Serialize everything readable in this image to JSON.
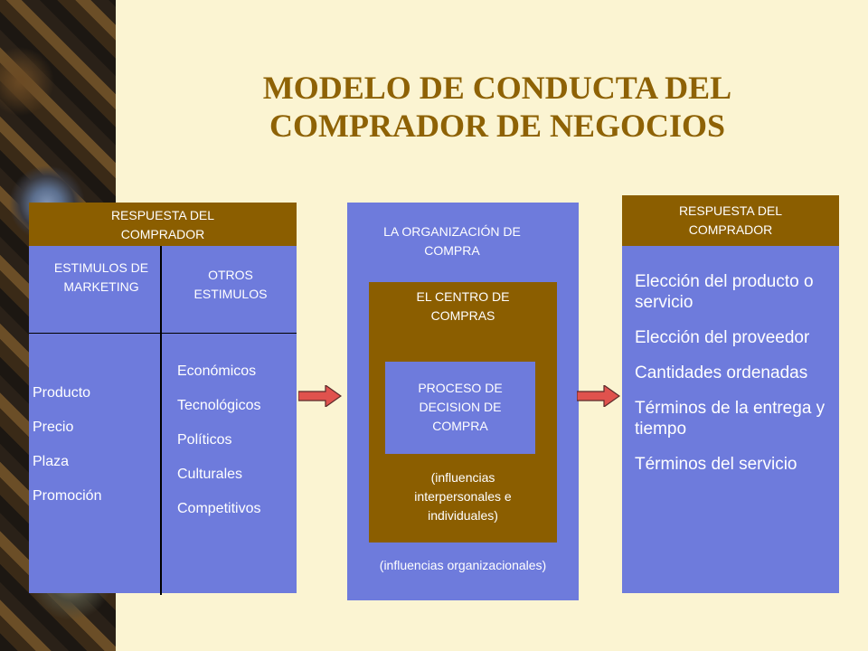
{
  "title_lines": [
    "MODELO DE CONDUCTA DEL",
    "COMPRADOR DE NEGOCIOS"
  ],
  "colors": {
    "title": "#8e6205",
    "panel_blue": "#6e7bdc",
    "panel_brown": "#8b5e00",
    "arrow": "#e0524d",
    "background": "#fbf4d2"
  },
  "left_panel": {
    "header": [
      "RESPUESTA DEL",
      "COMPRADOR"
    ],
    "marketing_header": [
      "ESTIMULOS DE",
      "MARKETING"
    ],
    "other_header": [
      "OTROS",
      "ESTIMULOS"
    ],
    "marketing_items": [
      "Producto",
      "Precio",
      "Plaza",
      "Promoción"
    ],
    "other_items": [
      "Económicos",
      "Tecnológicos",
      "Políticos",
      "Culturales",
      "Competitivos"
    ]
  },
  "middle_panel": {
    "header": [
      "LA ORGANIZACIÓN DE",
      "COMPRA"
    ],
    "center_header": [
      "EL CENTRO DE",
      "COMPRAS"
    ],
    "process": [
      "PROCESO DE",
      "DECISION DE",
      "COMPRA"
    ],
    "interpersonal": [
      "(influencias",
      "interpersonales e",
      "individuales)"
    ],
    "organizational": "(influencias organizacionales)"
  },
  "right_panel": {
    "header": [
      "RESPUESTA DEL",
      "COMPRADOR"
    ],
    "items": [
      "Elección del producto o servicio",
      "Elección del proveedor",
      "Cantidades ordenadas",
      "Términos de la entrega y tiempo",
      "Términos del servicio"
    ]
  }
}
